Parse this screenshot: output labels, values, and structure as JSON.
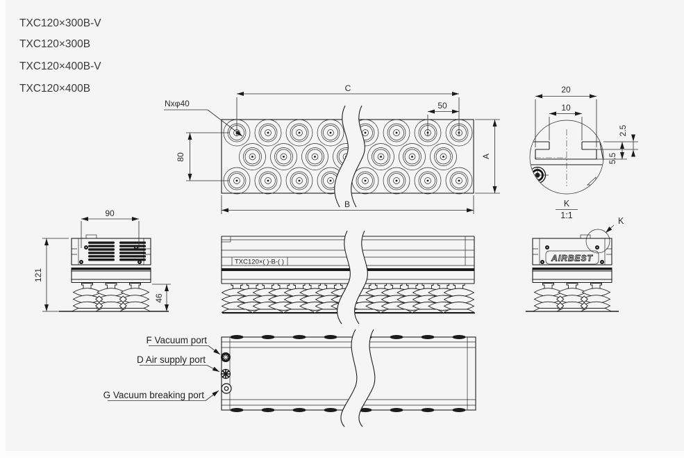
{
  "models": [
    "TXC120×300B-V",
    "TXC120×300B",
    "TXC120×400B-V",
    "TXC120×400B"
  ],
  "plan": {
    "dim_c": "C",
    "dim_b": "B",
    "dim_a": "A",
    "dim_50": "50",
    "dim_80": "80",
    "hole_callout": "Nxφ40"
  },
  "detail_k": {
    "dim_20": "20",
    "dim_10": "10",
    "dim_2_5": "2.5",
    "dim_5_5": "5.5",
    "title": "K",
    "scale": "1:1"
  },
  "side_view": {
    "dim_90": "90",
    "dim_121": "121",
    "dim_46": "46"
  },
  "front_view": {
    "body_label": "TXC120×( )-B-( )"
  },
  "end_view": {
    "logo": "AIRBEST",
    "detail_callout": "K"
  },
  "bottom_view": {
    "port_f_label": "F Vacuum port",
    "port_d_label": "D Air supply port",
    "port_g_label": "G Vacuum breaking port"
  },
  "colors": {
    "background": "#f4f5f4",
    "line": "#1e1e1e",
    "text": "#3a3a3a"
  }
}
